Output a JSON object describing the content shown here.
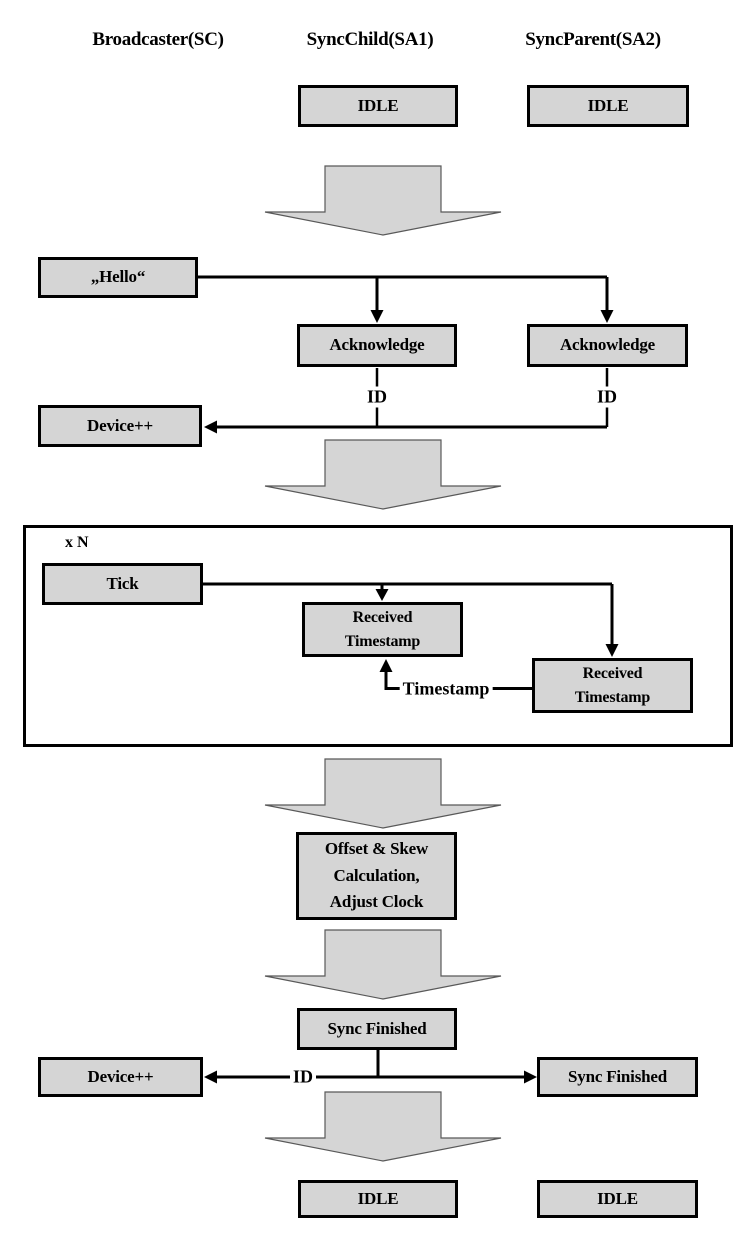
{
  "colors": {
    "box_fill": "#d5d5d5",
    "box_border": "#000000",
    "big_arrow_fill": "#d5d5d5",
    "big_arrow_outline": "#595959",
    "connector": "#000000",
    "background": "#ffffff"
  },
  "columns": {
    "broadcaster": "Broadcaster(SC)",
    "sync_child": "SyncChild(SA1)",
    "sync_parent": "SyncParent(SA2)"
  },
  "states": {
    "idle_child_top": "IDLE",
    "idle_parent_top": "IDLE",
    "hello": "„Hello“",
    "ack_child": "Acknowledge",
    "ack_parent": "Acknowledge",
    "device_increment_1": "Device++",
    "loop_label": "x N",
    "tick": "Tick",
    "received_timestamp_child": "Received\nTimestamp",
    "received_timestamp_parent": "Received\nTimestamp",
    "offset_skew": "Offset & Skew\nCalculation,\nAdjust Clock",
    "sync_finished_mid": "Sync Finished",
    "device_increment_2": "Device++",
    "sync_finished_parent": "Sync Finished",
    "idle_child_bottom": "IDLE",
    "idle_parent_bottom": "IDLE"
  },
  "wire_labels": {
    "id_child": "ID",
    "id_parent": "ID",
    "timestamp": "Timestamp",
    "id_bottom": "ID"
  }
}
